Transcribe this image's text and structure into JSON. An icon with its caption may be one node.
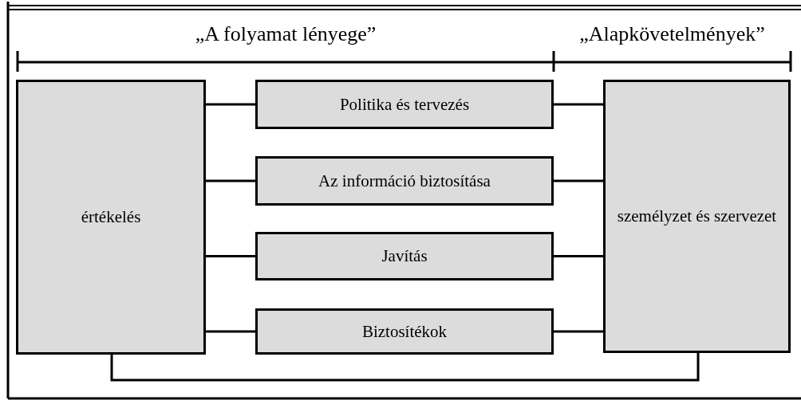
{
  "diagram": {
    "nodes": [
      {
        "text": [
          "értékelés"
        ]
      },
      {
        "text": [
          "Politika és tervezés"
        ]
      },
      {
        "text": [
          "Az információ biztosítása"
        ]
      },
      {
        "text": [
          "Javítás"
        ]
      },
      {
        "text": [
          "Biztosítékok"
        ]
      },
      {
        "text": [
          "személyzet és szervezet"
        ]
      }
    ],
    "edges": [
      {
        "from": 0,
        "to": 1,
        "arrow": "none"
      },
      {
        "from": 0,
        "to": 2,
        "arrow": "none"
      },
      {
        "from": 0,
        "to": 3,
        "arrow": "none"
      },
      {
        "from": 0,
        "to": 4,
        "arrow": "none"
      },
      {
        "from": 1,
        "to": 5,
        "arrow": "none"
      },
      {
        "from": 2,
        "to": 5,
        "arrow": "none"
      },
      {
        "from": 3,
        "to": 5,
        "arrow": "none"
      },
      {
        "from": 4,
        "to": 5,
        "arrow": "none"
      },
      {
        "from": 0,
        "to": 5,
        "arrow": "none"
      }
    ],
    "labels": [
      "„A folyamat lényege”",
      "„Alapkövetelmények”"
    ]
  }
}
